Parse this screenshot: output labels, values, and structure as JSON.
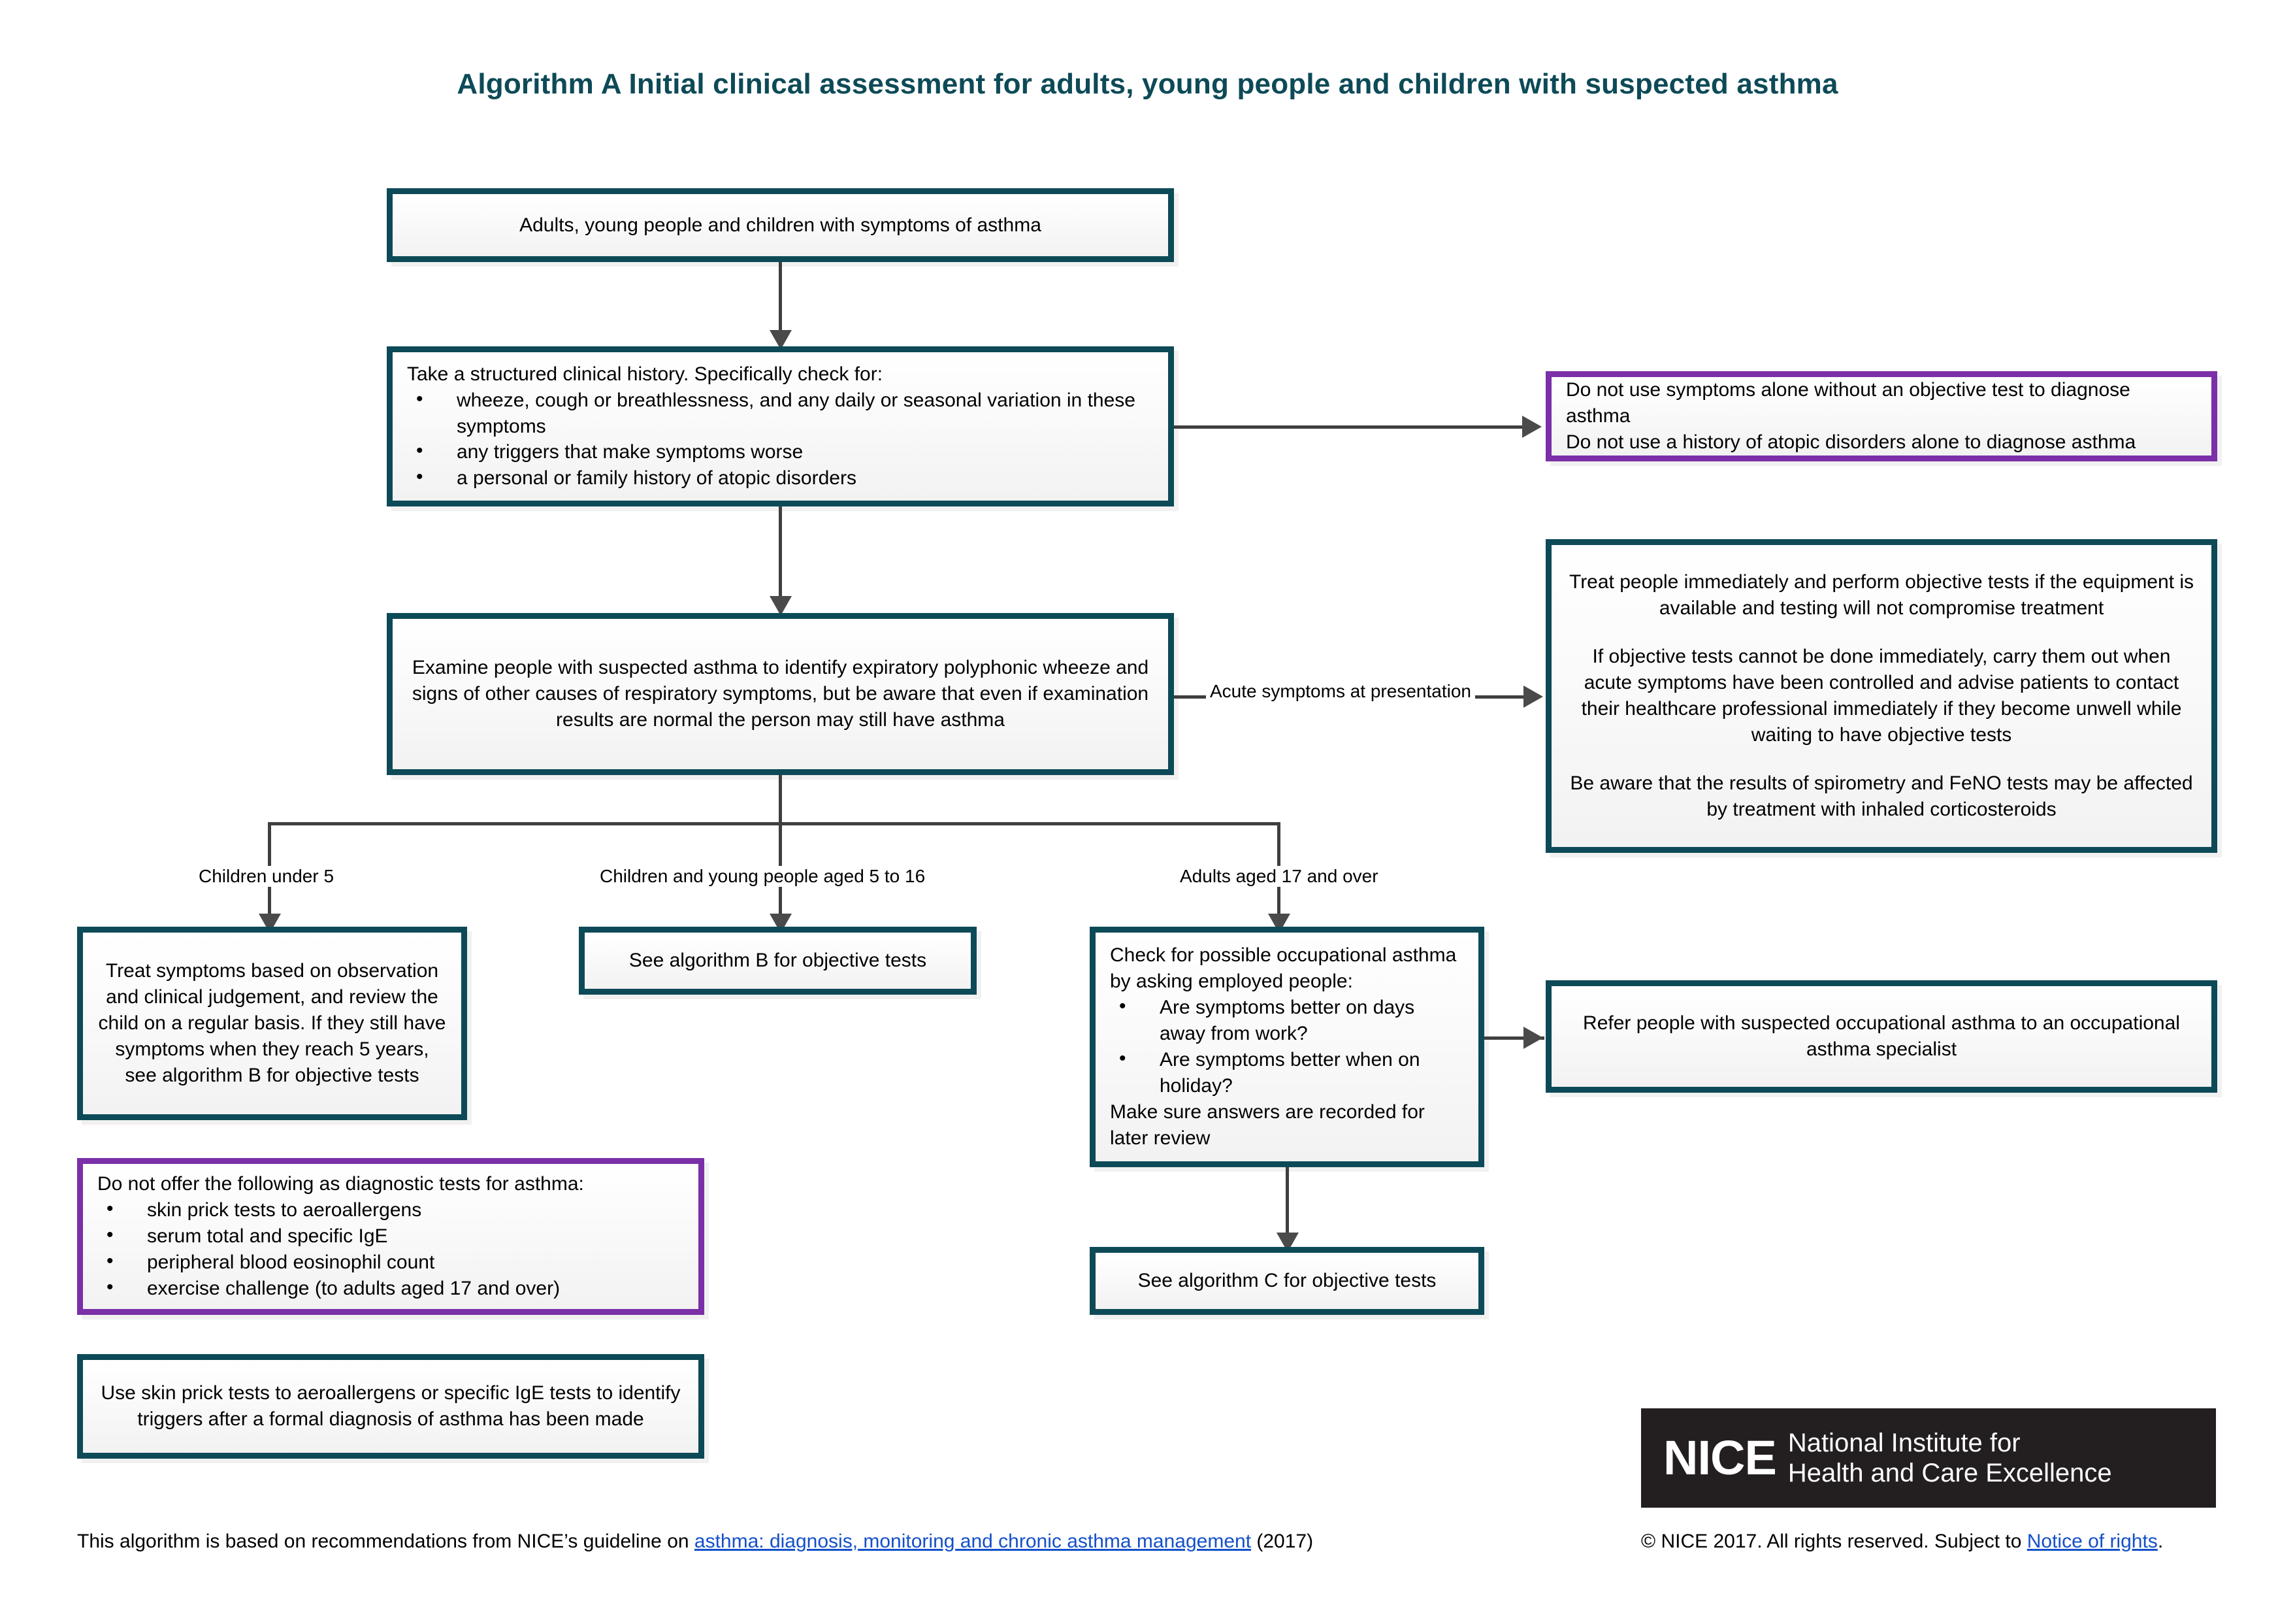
{
  "title": "Algorithm A Initial clinical assessment for adults, young people and children with suspected asthma",
  "nodes": {
    "start": "Adults, young people and children with symptoms of asthma",
    "history_heading": "Take a structured clinical history. Specifically check for:",
    "history_bullets": [
      "wheeze, cough or breathlessness, and any daily or seasonal variation in these symptoms",
      "any triggers that make symptoms worse",
      "a personal or family history of atopic disorders"
    ],
    "no_symptoms_alone_line1": "Do not use symptoms alone without an objective test to diagnose asthma",
    "no_symptoms_alone_line2": "Do not use a history of atopic disorders alone to diagnose asthma",
    "examine": "Examine people with suspected asthma to identify expiratory polyphonic wheeze and signs of other causes of respiratory symptoms, but be aware that even if examination results are normal the person may still have asthma",
    "acute_p1": "Treat people immediately and perform objective tests if the equipment is available and testing will not compromise treatment",
    "acute_p2": "If objective tests cannot be done immediately, carry them out when acute symptoms have been controlled and advise patients to contact their healthcare professional immediately if they become unwell while waiting to have objective tests",
    "acute_p3": "Be aware that the results of spirometry and FeNO tests may be affected by treatment with inhaled corticosteroids",
    "under5_treat": "Treat symptoms based on observation and clinical judgement, and review the child on a regular basis. If they still have symptoms when they reach 5 years, see algorithm B for objective tests",
    "algorithm_b": "See algorithm B for objective tests",
    "occupational_heading": "Check for possible occupational asthma by asking employed people:",
    "occupational_bullets": [
      "Are symptoms better on days away from work?",
      "Are symptoms better when on holiday?"
    ],
    "occupational_footer": "Make sure answers are recorded for later review",
    "refer_occupational": "Refer people with suspected occupational asthma to an occupational asthma specialist",
    "algorithm_c": "See algorithm C for objective tests",
    "do_not_offer_heading": "Do not offer the following as diagnostic tests for asthma:",
    "do_not_offer_bullets": [
      "skin prick tests to aeroallergens",
      "serum total and specific IgE",
      "peripheral blood eosinophil count",
      "exercise challenge (to adults aged 17 and over)"
    ],
    "use_skin_prick": "Use skin prick tests to aeroallergens or specific IgE tests to identify triggers after a formal diagnosis of asthma has been made"
  },
  "edge_labels": {
    "acute": "Acute symptoms at presentation",
    "under_5": "Children under 5",
    "aged_5_16": "Children and young people aged 5 to 16",
    "adults_17": "Adults aged 17 and over"
  },
  "logo": {
    "word": "NICE",
    "sub_line1": "National Institute for",
    "sub_line2": "Health and Care Excellence"
  },
  "footer": {
    "source_prefix": "This algorithm is based on recommendations from NICE’s guideline on ",
    "source_link": "asthma: diagnosis, monitoring and chronic asthma management",
    "source_suffix": " (2017)",
    "copyright_prefix": "© NICE 2017. All rights reserved. Subject to ",
    "copyright_link": "Notice of rights",
    "copyright_suffix": "."
  },
  "colors": {
    "teal": "#0d4a57",
    "purple": "#7b2fa8",
    "connector": "#3f3f3f",
    "link": "#1450c8",
    "logo_bg": "#231f20"
  }
}
